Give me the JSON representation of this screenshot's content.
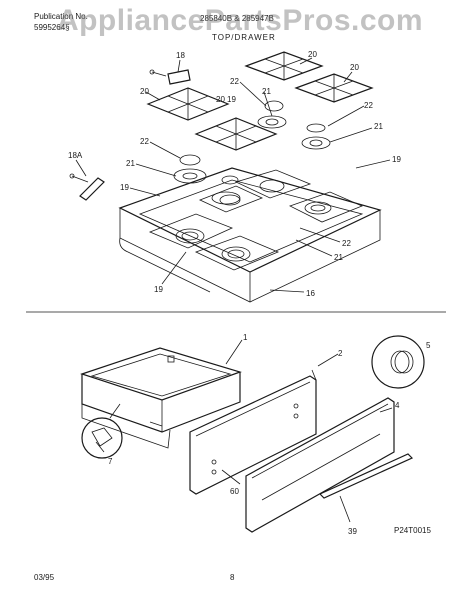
{
  "header": {
    "publication_label": "Publication No.",
    "publication_number": "5995264§",
    "models": "285840B & 285947B",
    "section_title": "TOP/DRAWER",
    "watermark": "AppliancePartsPros.com"
  },
  "top_callouts": [
    "18",
    "20",
    "20",
    "22",
    "20",
    "20",
    "19",
    "21",
    "22",
    "21",
    "22",
    "21",
    "19",
    "18A",
    "19",
    "22",
    "21",
    "19",
    "16"
  ],
  "drawer_callouts": [
    "1",
    "2",
    "5",
    "4",
    "7",
    "60",
    "39"
  ],
  "diagram_code": "P24T0015",
  "footer": {
    "date": "03/95",
    "page": "8"
  },
  "colors": {
    "line": "#1a1a1a",
    "watermark": "#787878"
  }
}
